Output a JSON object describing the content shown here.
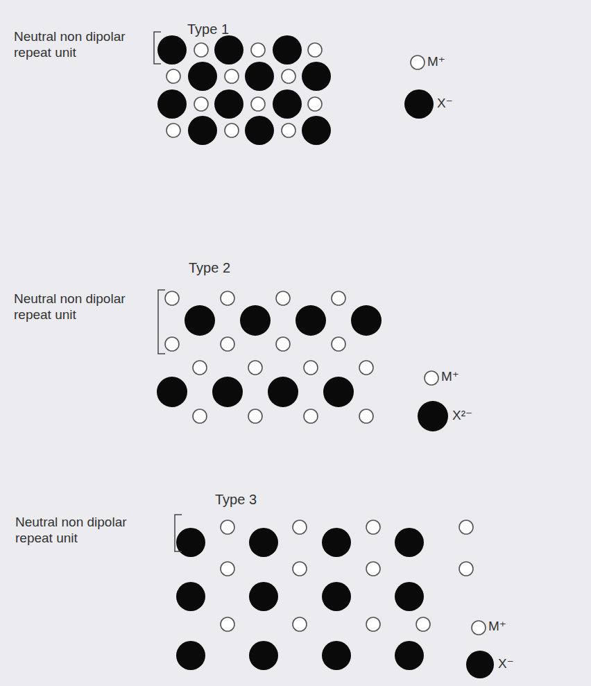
{
  "diagram": {
    "labels": [
      "Type 1",
      "Neutral non dipolar repeat unit",
      "M⁺",
      "X⁻",
      "Type 2",
      "Neutral non dipolar repeat unit",
      "M⁺",
      "X²⁻",
      "Type 3",
      "Neutral non dipolar repeat unit",
      "M⁺",
      "X⁻"
    ]
  }
}
